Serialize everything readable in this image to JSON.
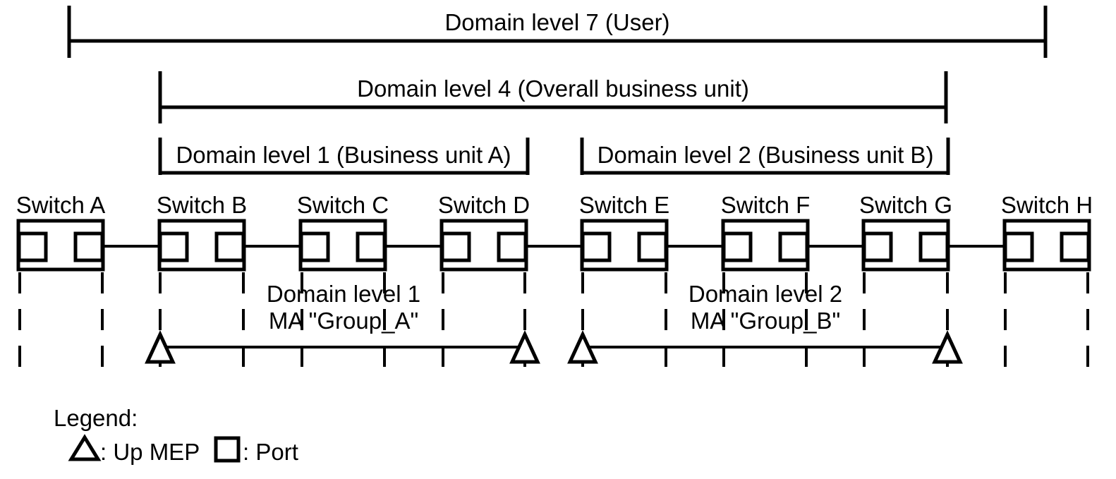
{
  "diagram": {
    "title_present": false,
    "colors": {
      "line": "#000000",
      "background": "#ffffff",
      "fill": "#ffffff"
    },
    "brackets": [
      {
        "id": "level7",
        "label": "Domain level 7 (User)"
      },
      {
        "id": "level4",
        "label": "Domain level 4 (Overall business unit)"
      },
      {
        "id": "level1",
        "label": "Domain level 1 (Business unit A)"
      },
      {
        "id": "level2",
        "label": "Domain level 2 (Business unit B)"
      }
    ],
    "switches": [
      {
        "id": "a",
        "label": "Switch A"
      },
      {
        "id": "b",
        "label": "Switch B"
      },
      {
        "id": "c",
        "label": "Switch C"
      },
      {
        "id": "d",
        "label": "Switch D"
      },
      {
        "id": "e",
        "label": "Switch E"
      },
      {
        "id": "f",
        "label": "Switch F"
      },
      {
        "id": "g",
        "label": "Switch G"
      },
      {
        "id": "h",
        "label": "Switch H"
      }
    ],
    "maintenance_associations": [
      {
        "id": "group_a",
        "line1": "Domain level 1",
        "line2": "MA \"Group_A\"",
        "from_switch": "Switch B",
        "to_switch": "Switch D",
        "mep_count": 2
      },
      {
        "id": "group_b",
        "line1": "Domain level 2",
        "line2": "MA \"Group_B\"",
        "from_switch": "Switch E",
        "to_switch": "Switch G",
        "mep_count": 2
      }
    ],
    "legend": {
      "title": "Legend:",
      "items": [
        {
          "icon": "triangle-icon",
          "label": ": Up MEP"
        },
        {
          "icon": "square-icon",
          "label": ": Port"
        }
      ]
    }
  }
}
